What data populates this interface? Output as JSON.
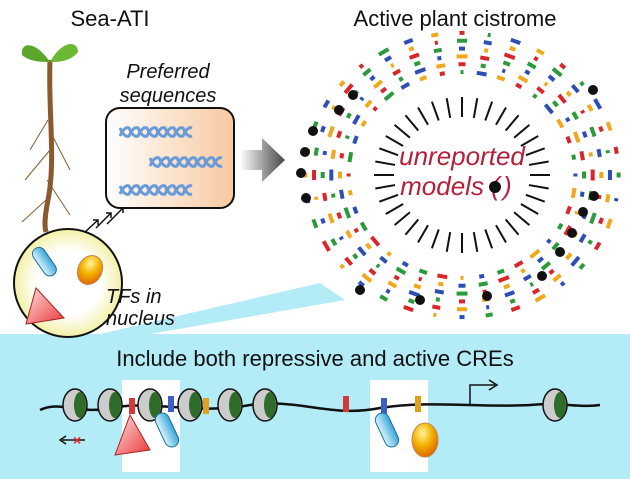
{
  "left_title": "Sea-ATI",
  "right_title": "Active plant cistrome",
  "preferred_box": {
    "line1": "Preferred",
    "line2": "sequences"
  },
  "nucleus": {
    "line1": "TFs in",
    "line2": "nucleus"
  },
  "cistrome_center": {
    "line1": "unreported",
    "line2": "models (",
    "line2_end": ")"
  },
  "bottom_panel": {
    "title": "Include both repressive and active CREs"
  },
  "colors": {
    "panel": "#b3ecf7",
    "accent_red": "#b5203a",
    "nucleosome_green": "#2f6b2a",
    "cre_red": "#d2393f",
    "cre_blue": "#3b5fc4",
    "cre_yellow": "#e0a020",
    "logo_A": "#2a9a3a",
    "logo_C": "#2d4fb5",
    "logo_G": "#f0a81c",
    "logo_T": "#d8262b"
  }
}
